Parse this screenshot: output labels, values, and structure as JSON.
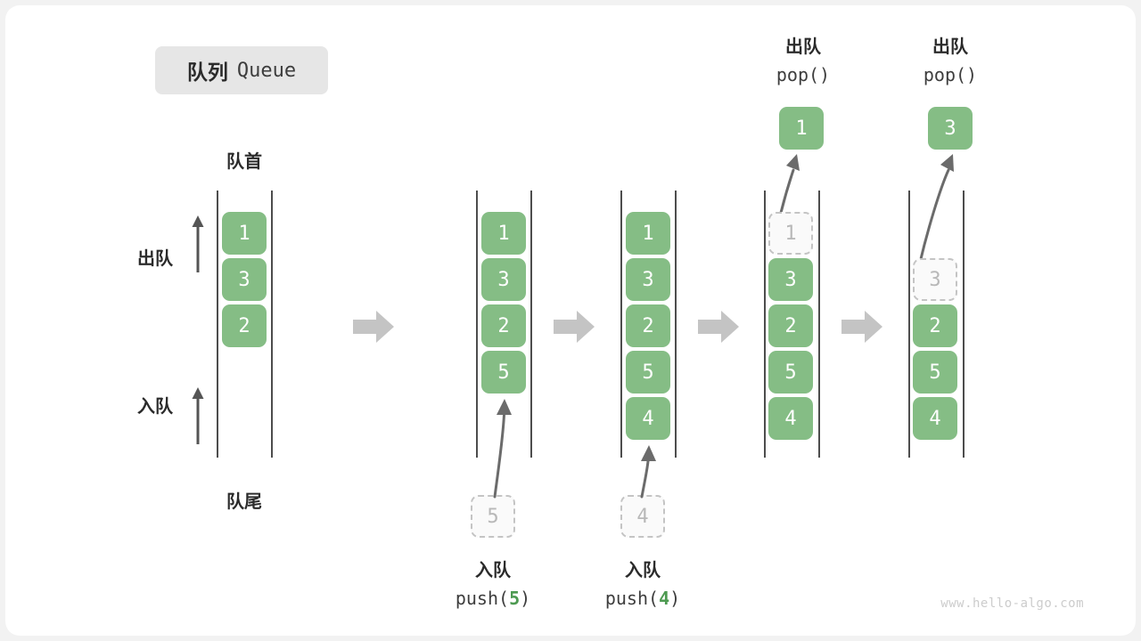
{
  "title": {
    "cn": "队列",
    "en": "Queue"
  },
  "labels": {
    "front": "队首",
    "back": "队尾",
    "dequeue": "出队",
    "enqueue": "入队"
  },
  "colors": {
    "cell_fill": "#85bd85",
    "cell_text": "#ffffff",
    "ghost_fill": "#fafafa",
    "ghost_border": "#c4c4c4",
    "ghost_text": "#b8b8b8",
    "rail": "#4d4d4d",
    "step_arrow": "#c4c4c4",
    "accent_number": "#4d9a51",
    "card_bg": "#ffffff",
    "page_bg": "#f2f2f2",
    "chip_bg": "#e6e6e6"
  },
  "stages": [
    {
      "name": "initial",
      "cells": [
        "1",
        "3",
        "2"
      ],
      "ghost": null
    },
    {
      "name": "after-push-5",
      "cells": [
        "1",
        "3",
        "2",
        "5"
      ],
      "ghost": null
    },
    {
      "name": "after-push-4",
      "cells": [
        "1",
        "3",
        "2",
        "5",
        "4"
      ],
      "ghost": null
    },
    {
      "name": "pop-1",
      "cells": [
        "3",
        "2",
        "5",
        "4"
      ],
      "ghost": {
        "value": "1",
        "slot": 0
      }
    },
    {
      "name": "pop-3",
      "cells": [
        "2",
        "5",
        "4"
      ],
      "ghost": {
        "value": "3",
        "slot": 1
      }
    }
  ],
  "operations": {
    "push": [
      {
        "cn": "入队",
        "call_prefix": "push(",
        "value": "5",
        "call_suffix": ")",
        "ghost": "5"
      },
      {
        "cn": "入队",
        "call_prefix": "push(",
        "value": "4",
        "call_suffix": ")",
        "ghost": "4"
      }
    ],
    "pop": [
      {
        "cn": "出队",
        "call": "pop()",
        "value": "1"
      },
      {
        "cn": "出队",
        "call": "pop()",
        "value": "3"
      }
    ]
  },
  "watermark": "www.hello-algo.com"
}
